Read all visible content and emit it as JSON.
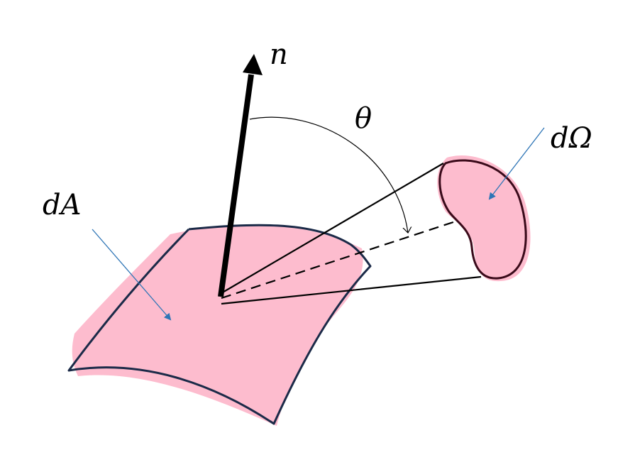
{
  "labels": {
    "normal": "n",
    "angle": "θ",
    "solid_angle": "dΩ",
    "area": "dA"
  },
  "colors": {
    "fill": "#fdbcce",
    "outline": "#1b2a48",
    "pointer": "#2e75b6",
    "lines": "#000000"
  }
}
